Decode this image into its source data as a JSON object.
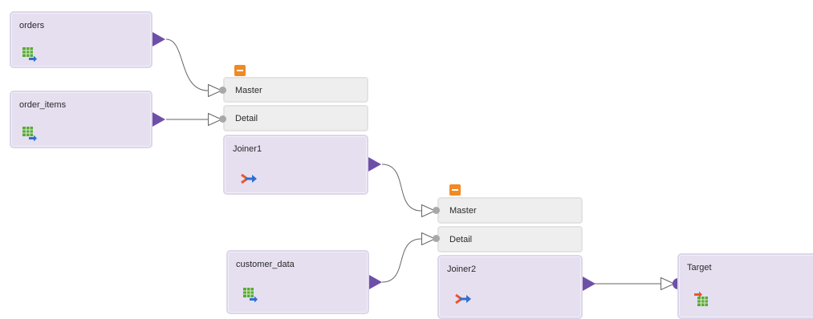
{
  "nodes": {
    "orders": {
      "title": "orders",
      "icon": "source-table-icon"
    },
    "order_items": {
      "title": "order_items",
      "icon": "source-table-icon"
    },
    "customer_data": {
      "title": "customer_data",
      "icon": "source-table-icon"
    },
    "joiner1": {
      "title": "Joiner1",
      "icon": "joiner-icon",
      "ports": {
        "master": "Master",
        "detail": "Detail"
      }
    },
    "joiner2": {
      "title": "Joiner2",
      "icon": "joiner-icon",
      "ports": {
        "master": "Master",
        "detail": "Detail"
      }
    },
    "target": {
      "title": "Target",
      "icon": "target-table-icon"
    }
  },
  "colors": {
    "node_fill": "#e5dff0",
    "port_fill": "#eeeeee",
    "output_arrow": "#6e4fa8",
    "collapse": "#f08a24",
    "link": "#666666"
  }
}
